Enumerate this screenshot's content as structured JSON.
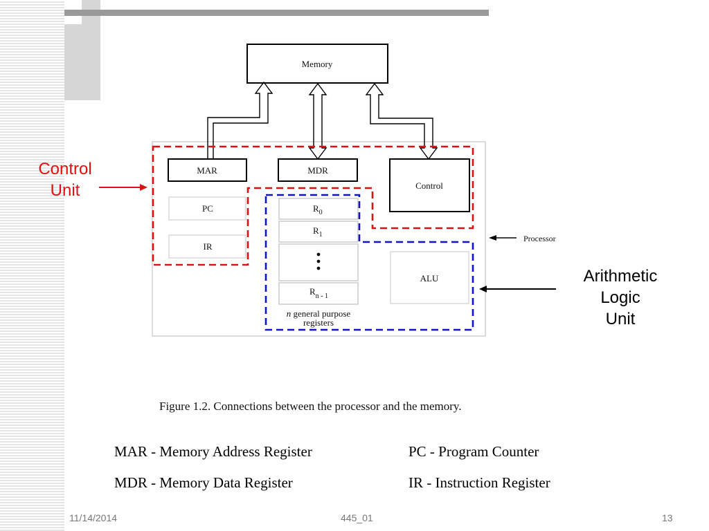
{
  "diagram": {
    "memory_label": "Memory",
    "mar_label": "MAR",
    "mdr_label": "MDR",
    "control_label": "Control",
    "pc_label": "PC",
    "ir_label": "IR",
    "r0_base": "R",
    "r0_sub": "0",
    "r1_base": "R",
    "r1_sub": "1",
    "rn_base": "R",
    "rn_sub": "n - 1",
    "alu_label": "ALU",
    "registers_caption_italic": "n",
    "registers_caption_line1": " general purpose",
    "registers_caption_line2": "registers",
    "processor_label": "Processor"
  },
  "figure_caption": "Figure 1.2.  Connections between the processor and the memory.",
  "callouts": {
    "control_unit": "Control\nUnit",
    "alu": "Arithmetic\nLogic\nUnit"
  },
  "legend": {
    "mar": "MAR - Memory Address Register",
    "mdr": "MDR - Memory Data Register",
    "pc": "PC - Program Counter",
    "ir": "IR - Instruction Register"
  },
  "footer": {
    "date": "11/14/2014",
    "course": "445_01",
    "page": "13"
  },
  "colors": {
    "control_unit_outline": "#e01010",
    "alu_outline": "#1010d0"
  }
}
